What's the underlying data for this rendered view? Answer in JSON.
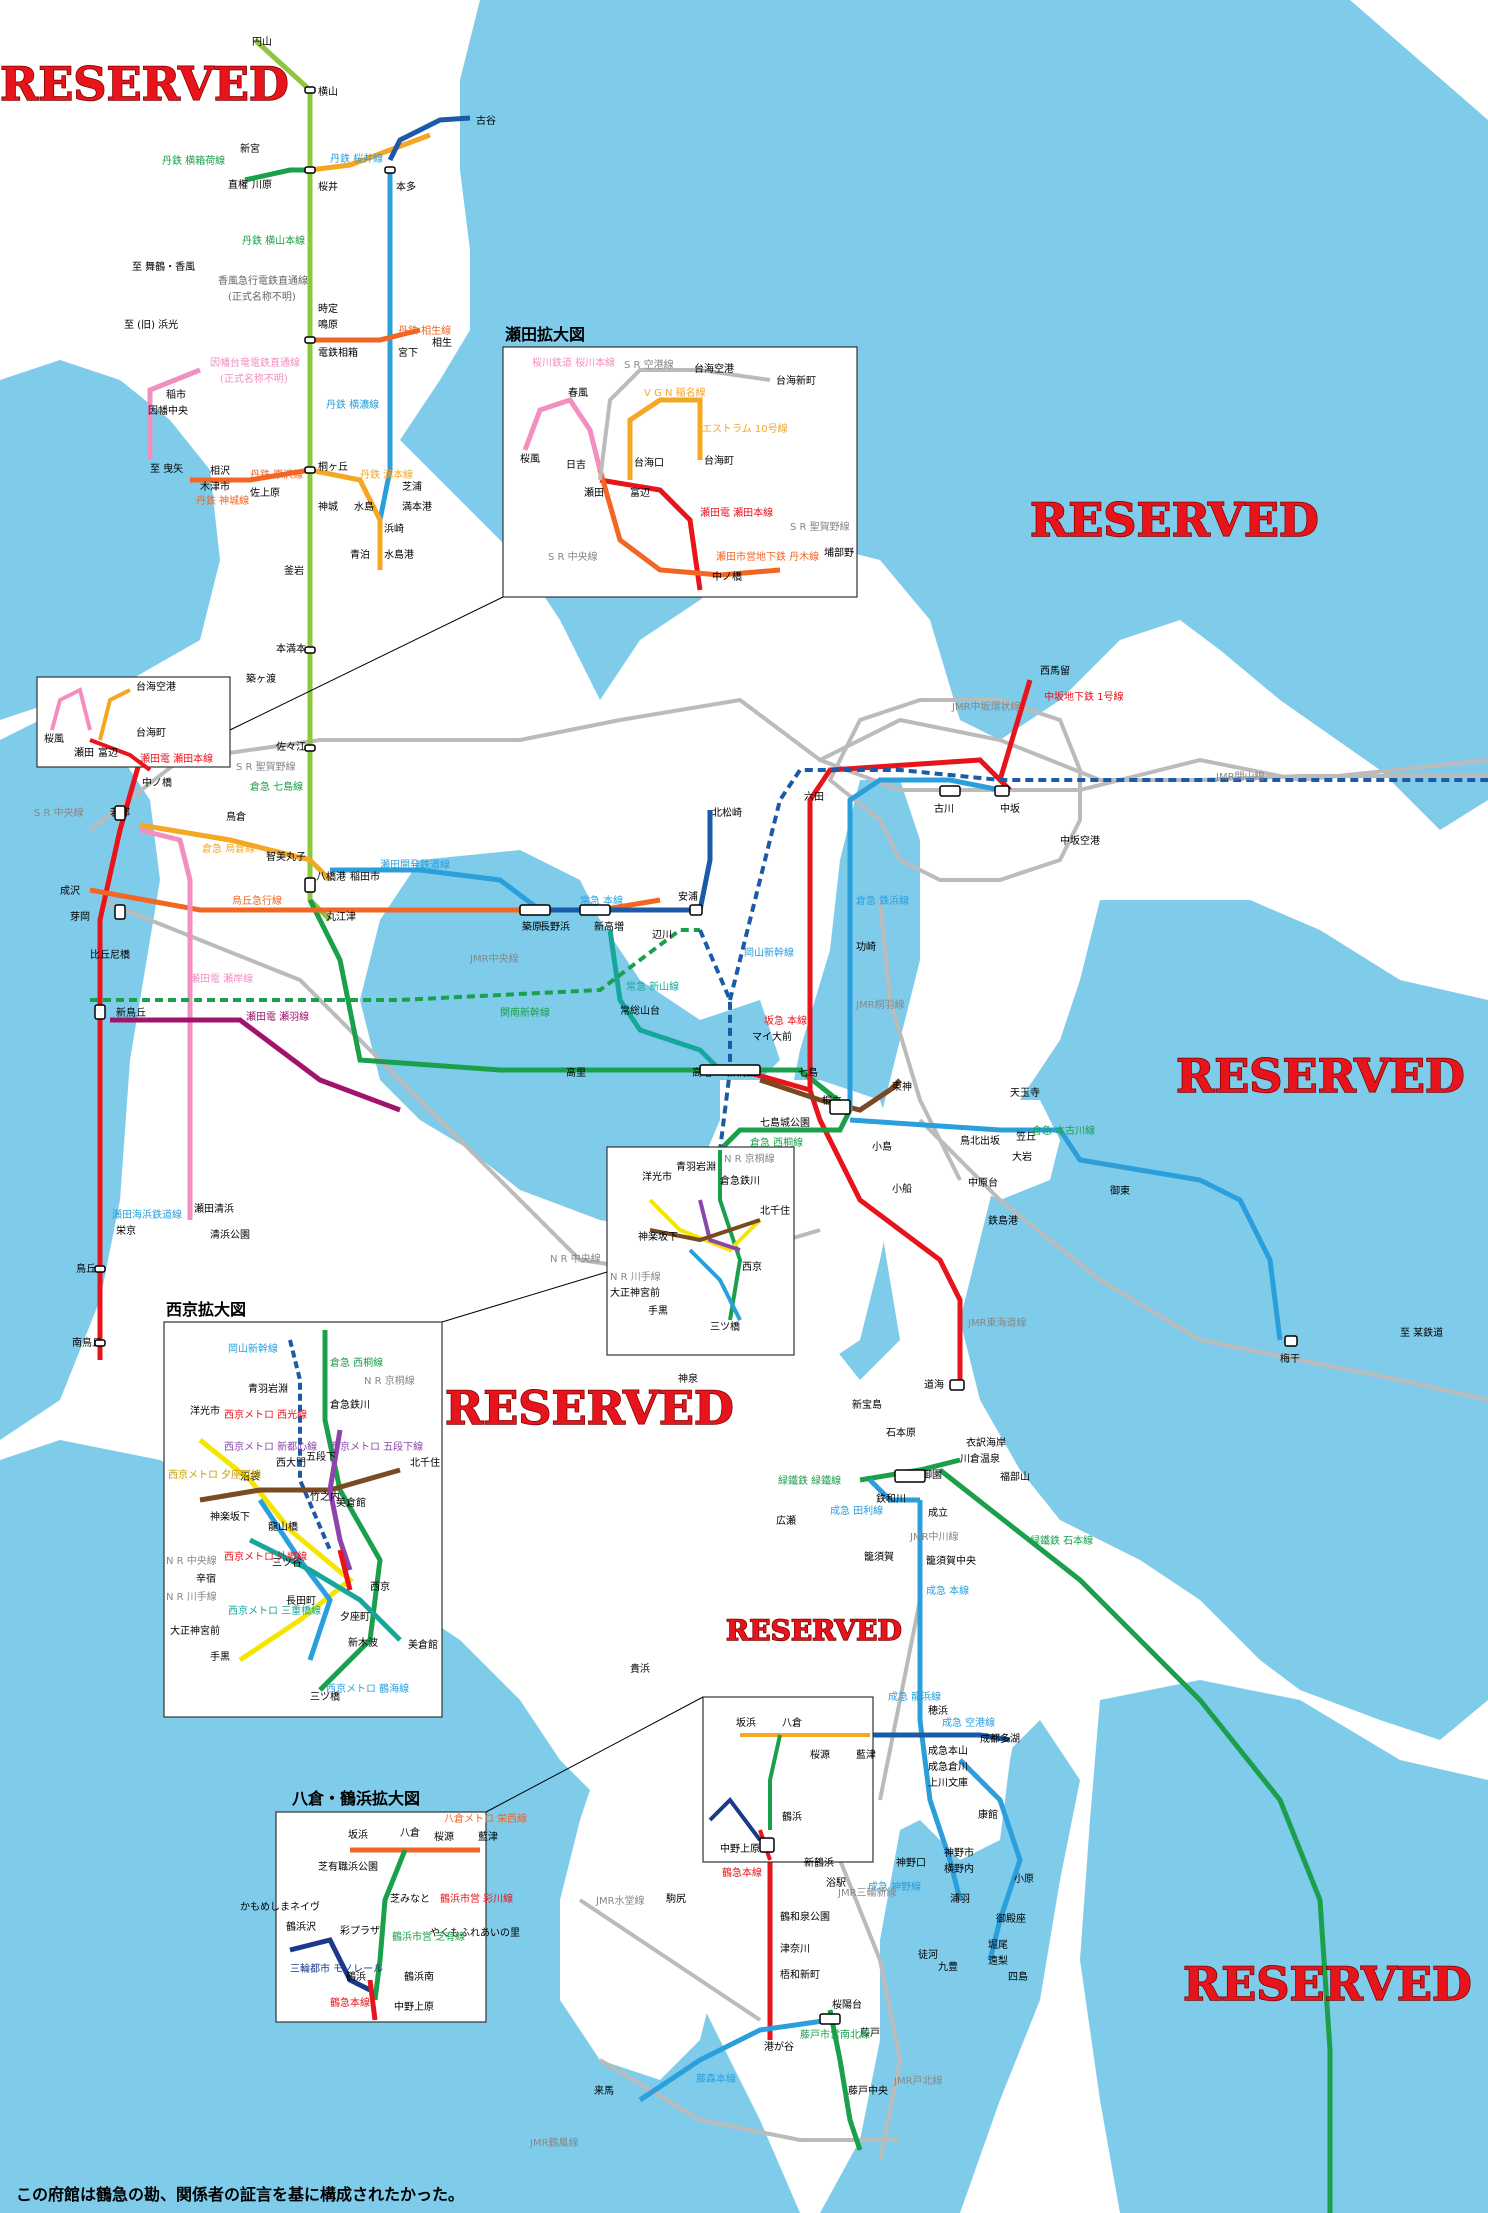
{
  "caption": "この府館は鶴急の勘、関係者の証言を基に構成されたかった。",
  "reserved_label": "RESERVED",
  "inset_titles": {
    "seta": "瀬田拡大図",
    "saikyo": "西京拡大図",
    "yakura": "八倉・鶴浜拡大図"
  },
  "colors": {
    "sea": "#7ecbea",
    "land": "#ffffff",
    "jmr": "#bbbbbb",
    "tanri_green": "#8dc63f",
    "tanri_orange": "#f5a623",
    "red": "#e8141c",
    "blue": "#2a9fdc",
    "green": "#1aa04a",
    "teal": "#15a89a",
    "pink": "#f28fc0",
    "brown": "#7a4a22",
    "navy": "#1b5aa6",
    "magenta": "#a0146e"
  },
  "line_labels": {
    "l1": "丹鉄 桜井線",
    "l2": "丹鉄 横箱荷線",
    "l3": "丹鉄 横山本線",
    "l4": "香風急行電鉄直通線",
    "l5": "(正式名称不明)",
    "l6": "因幡台竜電鉄直通線",
    "l7": "(正式名称不明)",
    "l8": "丹鉄 横濃線",
    "l9": "丹鉄 相生線",
    "l10": "丹鉄 原沢線",
    "l11": "丹鉄 神城線",
    "l12": "丹鉄 満本線",
    "l13": "瀬田電 瀬田本線",
    "l14": "S R 聖賀野線",
    "l15": "倉急 七島線",
    "l16": "倉急 烏倉線",
    "l17": "烏丘急行線",
    "l18": "瀬田開発鉄道線",
    "l19": "常急 本線",
    "l20": "JMR中央線",
    "l21": "関南新幹線",
    "l22": "瀬田電 瀬羽線",
    "l23": "瀬田電 瀬岸線",
    "l24": "常急 新山線",
    "l25": "岡山新幹線",
    "l26": "坂急 本線",
    "l27": "倉急 西桐線",
    "l28": "N R 京桐線",
    "l29": "N R 中央線",
    "l30": "N R 川手線",
    "l31": "瀬田海浜鉄道線",
    "l32": "JMR中坂環状線",
    "l33": "JMR関山線",
    "l34": "中坂地下鉄 1号線",
    "l35": "倉急 鉄浜線",
    "l36": "JMR桐羽線",
    "l37": "倉急 本古川線",
    "l38": "JMR東海道線",
    "l39": "至 某鉄道",
    "l40": "緑鐵鉄 緑鐵線",
    "l41": "成急 田利線",
    "l42": "JMR中川線",
    "l43": "成急 本線",
    "l44": "緑鐵鉄 石本線",
    "l45": "成急 龍浜線",
    "l46": "成急 空港線",
    "l47": "成急 神野線",
    "l48": "鶴急本線",
    "l49": "JMR水堂線",
    "l50": "JMR三輪新線",
    "l51": "藤森本線",
    "l52": "藤戸市営南北線",
    "l53": "JMR戸北線",
    "l54": "JMR鶴鳳線",
    "l55": "S R 中央線",
    "l56": "S R 空港線",
    "l57": "V G N 稲名線",
    "l58": "エストラム 10号線",
    "l59": "桜川鉄道 桜川本線",
    "l60": "瀬田電 瀬田本線",
    "l61": "S R 聖賀野線",
    "l62": "瀬田市営地下鉄 丹木線",
    "l63": "S R 中央線",
    "l64": "岡山新幹線",
    "l65": "倉急 西桐線",
    "l66": "西京メトロ 西光線",
    "l67": "西京メトロ 新都心線",
    "l68": "西京メトロ 夕座町線",
    "l69": "西京メトロ 五段下線",
    "l70": "N R 京桐線",
    "l71": "西京メトロ 外郷線",
    "l72": "N R 中央線",
    "l73": "N R 川手線",
    "l74": "西京メトロ 三重橋線",
    "l75": "西京メトロ 鶴海線",
    "l76": "八倉メトロ 栄西線",
    "l77": "鶴浜市営 彩川線",
    "l78": "鶴浜市営 芝有線",
    "l79": "三輪都市 モノレール",
    "l80": "鶴急本線"
  },
  "stations": {
    "s1": "円山",
    "s2": "横山",
    "s3": "古谷",
    "s4": "新宮",
    "s5": "直権",
    "s6": "川原",
    "s7": "桜井",
    "s8": "本多",
    "s9": "至 舞鶴・香風",
    "s10": "時定",
    "s11": "鳴原",
    "s12": "電鉄相箱",
    "s13": "宮下",
    "s14": "相生",
    "s15": "至 (旧) 浜光",
    "s16": "稲市",
    "s17": "因幡中央",
    "s18": "至 曳矢",
    "s19": "相沢",
    "s20": "木津市",
    "s21": "佐上原",
    "s22": "桐ヶ丘",
    "s23": "芝浦",
    "s24": "神城",
    "s25": "水島",
    "s26": "満本港",
    "s27": "浜崎",
    "s28": "青泊",
    "s29": "水島港",
    "s30": "釜岩",
    "s31": "本満本",
    "s32": "築ヶ渡",
    "s33": "佐々江",
    "s34": "若郡",
    "s35": "鳥倉",
    "s36": "智美丸子",
    "s37": "八橋港",
    "s38": "稲田市",
    "s39": "丸江津",
    "s40": "成沢",
    "s41": "芽岡",
    "s42": "比丘尼橋",
    "s43": "新鳥丘",
    "s44": "築原",
    "s45": "長野浜",
    "s46": "新高増",
    "s47": "安浦",
    "s48": "辺川",
    "s49": "北松崎",
    "s50": "常総山台",
    "s51": "高里",
    "s52": "高増",
    "s53": "新桐立",
    "s54": "マイ大前",
    "s55": "七島",
    "s56": "桐立",
    "s57": "七島城公園",
    "s58": "東神",
    "s59": "小島",
    "s60": "小船",
    "s61": "瀬田清浜",
    "s62": "清浜公園",
    "s63": "栄京",
    "s64": "鳥丘",
    "s65": "南鳥丘",
    "s66": "六田",
    "s67": "古川",
    "s68": "中坂",
    "s69": "西馬留",
    "s70": "中坂空港",
    "s71": "功崎",
    "s72": "天玉寺",
    "s73": "笠丘",
    "s74": "大岩",
    "s75": "鳥北出坂",
    "s76": "中原台",
    "s77": "鉄島港",
    "s78": "御東",
    "s79": "梅干",
    "s80": "道海",
    "s81": "神泉",
    "s82": "新宝島",
    "s83": "石本原",
    "s84": "衣訳海岸",
    "s85": "川倉温泉",
    "s86": "福部山",
    "s87": "成立御園",
    "s88": "鉄和川",
    "s89": "成立",
    "s90": "広瀬",
    "s91": "籠須賀",
    "s92": "籠須賀中央",
    "s93": "貴浜",
    "s94": "洋光市",
    "s95": "青羽岩淵",
    "s96": "倉急鉄川",
    "s97": "北千住",
    "s98": "神楽坂下",
    "s99": "西京",
    "s100": "大正神宮前",
    "s101": "手黒",
    "s102": "三ツ橋",
    "s103": "坂浜",
    "s104": "八倉",
    "s105": "桜源",
    "s106": "藍津",
    "s107": "穂浜",
    "s108": "成急本山",
    "s109": "成都多湖",
    "s110": "成急倉川",
    "s111": "上川文庫",
    "s112": "鶴浜",
    "s113": "中野上原",
    "s114": "康館",
    "s115": "神野市",
    "s116": "横野内",
    "s117": "小原",
    "s118": "神野口",
    "s119": "浦羽",
    "s120": "御殿座",
    "s121": "堀尾",
    "s122": "遠梨",
    "s123": "四島",
    "s124": "徒河",
    "s125": "九豊",
    "s126": "新鶴浜",
    "s127": "浴駅",
    "s128": "駒尻",
    "s129": "鶴和泉公園",
    "s130": "津奈川",
    "s131": "梧和新町",
    "s132": "桜陽台",
    "s133": "藤戸",
    "s134": "港が谷",
    "s135": "藤戸中央",
    "s136": "来馬",
    "s137": "桜風",
    "s138": "春風",
    "s139": "台海空港",
    "s140": "台海新町",
    "s141": "日吉",
    "s142": "台海口",
    "s143": "台海町",
    "s144": "瀬田",
    "s145": "富辺",
    "s146": "中ノ橋",
    "s147": "埔部野",
    "s148": "桜風",
    "s149": "台海空港",
    "s150": "台海町",
    "s151": "瀬田",
    "s152": "富辺",
    "s153": "中ノ橋",
    "s154": "青羽岩淵",
    "s155": "洋光市",
    "s156": "倉急鉄川",
    "s157": "北千住",
    "s158": "沼袋",
    "s159": "西大門",
    "s160": "竹之内",
    "s161": "美倉館",
    "s162": "五段下",
    "s163": "神楽坂下",
    "s164": "龍山橋",
    "s165": "三ツ谷",
    "s166": "辛宿",
    "s167": "長田町",
    "s168": "西京",
    "s169": "夕座町",
    "s170": "大正神宮前",
    "s171": "新木波",
    "s172": "美倉館",
    "s173": "手黒",
    "s174": "三ツ橋",
    "s175": "坂浜",
    "s176": "八倉",
    "s177": "桜源",
    "s178": "藍津",
    "s179": "芝有職浜公園",
    "s180": "かもめしまネイヴ",
    "s181": "芝みなと",
    "s182": "鶴浜沢",
    "s183": "彩プラザ",
    "s184": "やくもふれあいの里",
    "s185": "鶴浜",
    "s186": "鶴浜南",
    "s187": "中野上原"
  }
}
